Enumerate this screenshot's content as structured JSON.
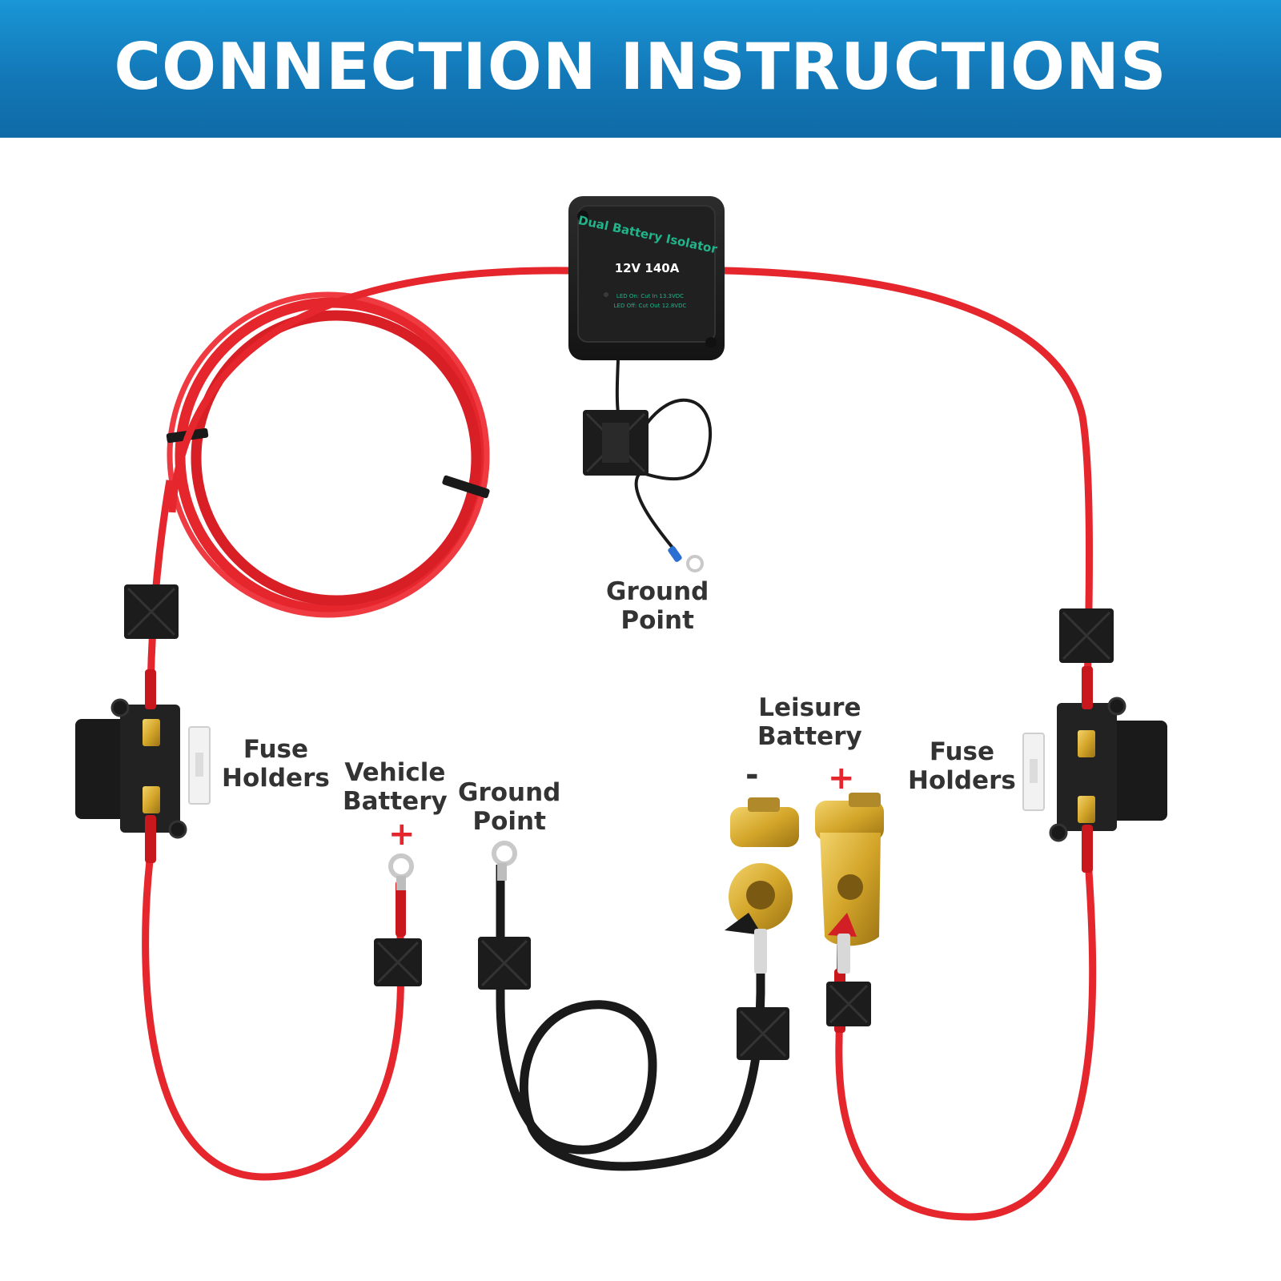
{
  "header": {
    "title": "CONNECTION INSTRUCTIONS"
  },
  "isolator": {
    "name": "Dual Battery Isolator",
    "rating": "12V  140A",
    "line1": "LED On: Cut In 13.3VDC",
    "line2": "LED Off: Cut Out 12.8VDC"
  },
  "labels": {
    "ground_top": [
      "Ground",
      "Point"
    ],
    "fuse_left": [
      "Fuse",
      "Holders"
    ],
    "vehicle_battery": [
      "Vehicle",
      "Battery"
    ],
    "ground_bottom": [
      "Ground",
      "Point"
    ],
    "leisure_battery": [
      "Leisure",
      "Battery"
    ],
    "fuse_right": [
      "Fuse",
      "Holders"
    ]
  },
  "signs": {
    "plus": "+",
    "minus": "-"
  },
  "colors": {
    "banner": "#1378b8",
    "red_cable": "#e5262c",
    "black_cable": "#1a1a1a",
    "brass": "#d4a62a",
    "label_text": "#333333",
    "plus_sign": "#e5262c"
  }
}
